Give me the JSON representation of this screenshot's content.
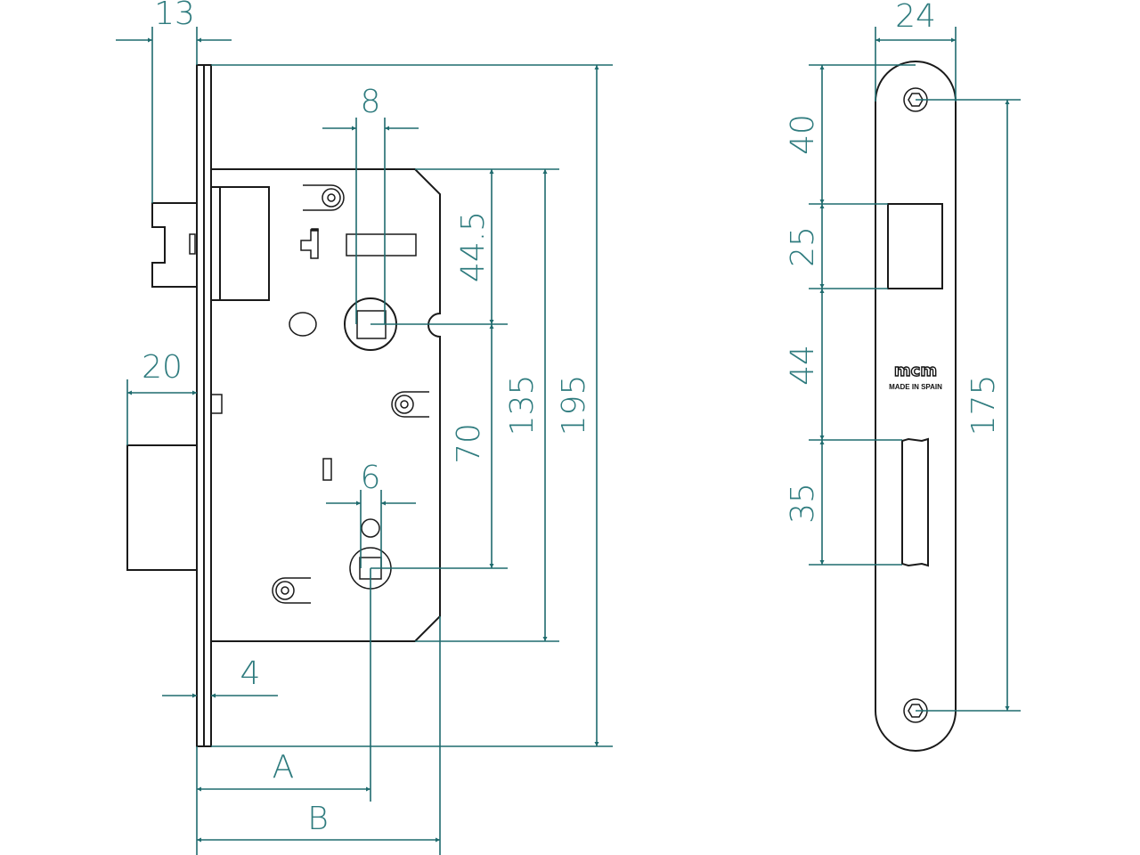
{
  "drawing": {
    "title": "Mortise lock with strike plate — technical dimension drawing",
    "colors": {
      "part_line": "#1a1a1a",
      "dimension_line": "#1f6b6e",
      "dimension_text": "#2e7b7e"
    }
  },
  "lock_body": {
    "dimensions": {
      "faceplate_to_latch": "13",
      "follower_width": "8",
      "latch_projection": "20",
      "cylinder_width": "6",
      "faceplate_thickness": "4",
      "height_top_to_follower": "44.5",
      "follower_to_cylinder": "70",
      "case_height": "135",
      "faceplate_height": "195",
      "backset_a": "A",
      "backset_b": "B"
    }
  },
  "strike_plate": {
    "brand": "mcm",
    "brand_subtitle": "MADE IN SPAIN",
    "dimensions": {
      "width": "24",
      "top_to_latch_hole": "40",
      "latch_hole_height": "25",
      "gap_between_holes": "44",
      "bolt_hole_height": "35",
      "screw_centers": "175"
    }
  }
}
